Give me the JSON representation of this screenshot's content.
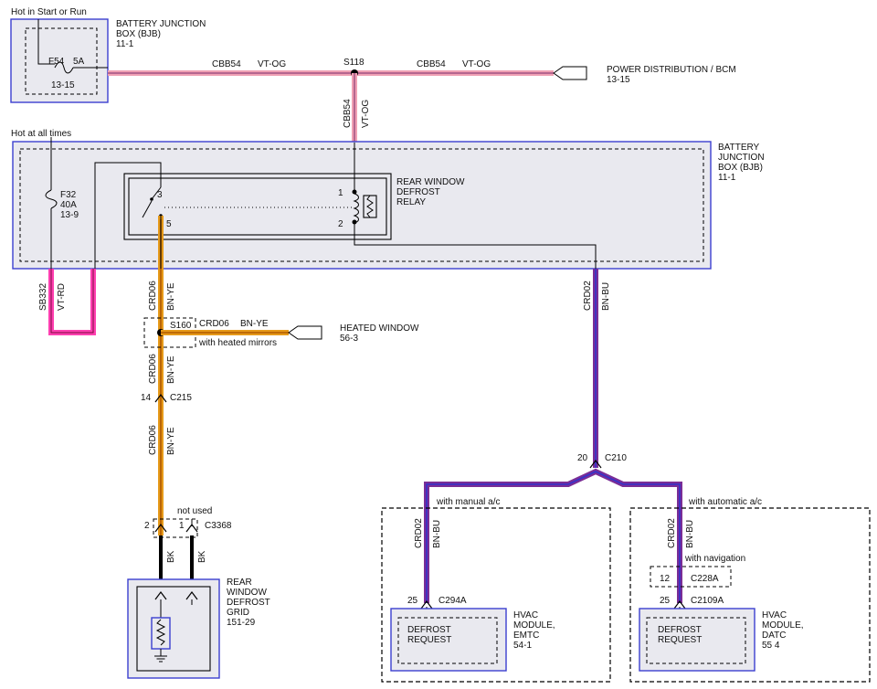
{
  "colors": {
    "module_border": "#3b3fd0",
    "module_fill": "#e9e9ef",
    "wire_vt_og": "#f0a0b4",
    "wire_vt_rd": "#ff3fb0",
    "wire_bn_ye_main": "#e69a1a",
    "wire_bn_ye_stripe": "#b05a00",
    "wire_bn_bu_main": "#7a2d96",
    "wire_bn_bu_stripe": "#3333cc",
    "wire_bk": "#000000"
  },
  "bjb_top": {
    "hot_label": "Hot in Start or Run",
    "title": "BATTERY JUNCTION BOX (BJB)",
    "ref": "11-1",
    "fuse_label": "F54",
    "fuse_rating": "5A",
    "fuse_ref": "13-15"
  },
  "wire_cbb54_left": {
    "circuit": "CBB54",
    "color": "VT-OG"
  },
  "wire_cbb54_right": {
    "circuit": "CBB54",
    "color": "VT-OG"
  },
  "wire_cbb54_vertical": {
    "circuit": "CBB54",
    "color": "VT-OG"
  },
  "splice_s118": "S118",
  "power_dist": {
    "label": "POWER DISTRIBUTION / BCM",
    "ref": "13-15"
  },
  "bjb_main": {
    "hot_label": "Hot at all times",
    "title": "BATTERY JUNCTION BOX (BJB)",
    "ref": "11-1",
    "fuse_label": "F32",
    "fuse_rating": "40A",
    "fuse_ref": "13-9"
  },
  "relay": {
    "title": "REAR WINDOW DEFROST RELAY",
    "pin3": "3",
    "pin5": "5",
    "pin1": "1",
    "pin2": "2"
  },
  "wire_sb332": {
    "circuit": "SB332",
    "color": "VT-RD"
  },
  "wire_crd06_1": {
    "circuit": "CRD06",
    "color": "BN-YE"
  },
  "splice_s160": "S160",
  "wire_crd06_branch": {
    "circuit": "CRD06",
    "color": "BN-YE"
  },
  "heated_mirrors_note": "with heated mirrors",
  "heated_window": {
    "label": "HEATED WINDOW",
    "ref": "56-3"
  },
  "wire_crd06_2": {
    "circuit": "CRD06",
    "color": "BN-YE"
  },
  "c215": {
    "pin": "14",
    "name": "C215"
  },
  "wire_crd06_3": {
    "circuit": "CRD06",
    "color": "BN-YE"
  },
  "c3368": {
    "not_used": "not used",
    "pin_a": "2",
    "pin_b": "1",
    "name": "C3368"
  },
  "wire_bk_a": {
    "color": "BK"
  },
  "wire_bk_b": {
    "color": "BK"
  },
  "defrost_grid": {
    "title": "REAR WINDOW DEFROST GRID",
    "ref": "151-29"
  },
  "wire_crd02_main": {
    "circuit": "CRD02",
    "color": "BN-BU"
  },
  "c210": {
    "pin": "20",
    "name": "C210"
  },
  "manual": {
    "note": "with manual a/c",
    "wire_circuit": "CRD02",
    "wire_color": "BN-BU",
    "pin": "25",
    "connector": "C294A",
    "inner_label": "DEFROST REQUEST",
    "module": "HVAC MODULE, EMTC",
    "module_ref": "54-1"
  },
  "automatic": {
    "note": "with automatic a/c",
    "wire_circuit": "CRD02",
    "wire_color": "BN-BU",
    "nav_note": "with navigation",
    "nav_pin": "12",
    "nav_connector": "C228A",
    "pin": "25",
    "connector": "C2109A",
    "inner_label": "DEFROST REQUEST",
    "module": "HVAC MODULE, DATC",
    "module_ref": "55 4"
  }
}
